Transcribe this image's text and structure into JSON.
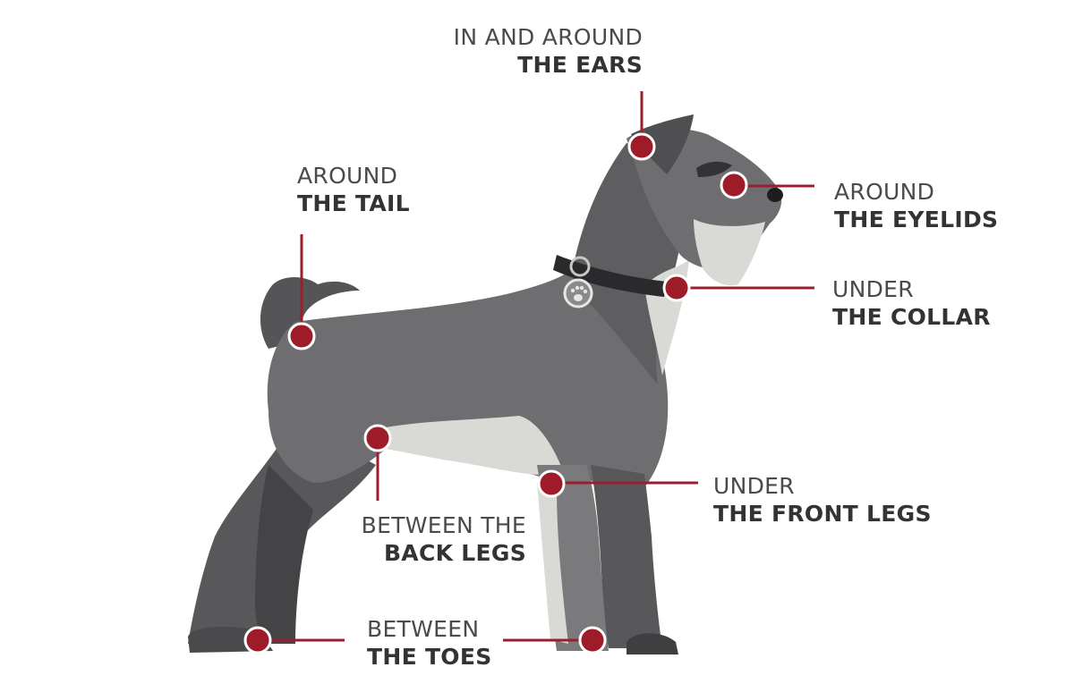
{
  "colors": {
    "accent": "#9e1b2a",
    "line": "#9a1f2e",
    "fur_dark": "#4d4d4f",
    "fur_mid": "#6d6d70",
    "fur_light": "#d8d8d6",
    "text": "#3a3a3a"
  },
  "callouts": {
    "ears": {
      "line1": "IN AND AROUND",
      "line2": "THE EARS"
    },
    "tail": {
      "line1": "AROUND",
      "line2": "THE TAIL"
    },
    "eyelids": {
      "line1": "AROUND",
      "line2": "THE EYELIDS"
    },
    "collar": {
      "line1": "UNDER",
      "line2": "THE COLLAR"
    },
    "back_legs": {
      "line1": "BETWEEN THE",
      "line2": "BACK LEGS"
    },
    "front_legs": {
      "line1": "UNDER",
      "line2": "THE FRONT LEGS"
    },
    "toes": {
      "line1": "BETWEEN",
      "line2": "THE TOES"
    }
  },
  "icons": [
    "paw-icon",
    "collar-tag-icon"
  ]
}
